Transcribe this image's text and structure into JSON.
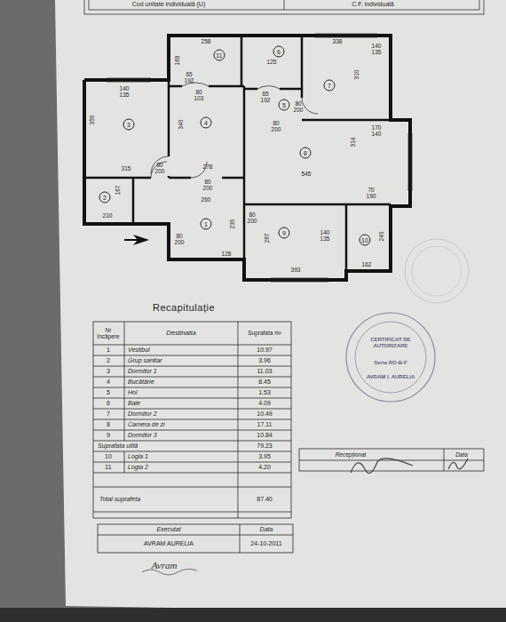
{
  "diagram": {
    "title": "Recapitulație",
    "labels": [
      "Cod unitate individuală (U)",
      "C.F. individuală",
      "1",
      "2",
      "3",
      "4",
      "5",
      "6",
      "7",
      "8",
      "9",
      "10",
      "11",
      "258",
      "169",
      "65",
      "192",
      "125",
      "65",
      "192",
      "338",
      "310",
      "140",
      "135",
      "80",
      "200",
      "80",
      "200",
      "140",
      "135",
      "350",
      "315",
      "80",
      "103",
      "340",
      "278",
      "80",
      "200",
      "80",
      "200",
      "314",
      "545",
      "170",
      "140",
      "70",
      "190",
      "167",
      "210",
      "260",
      "230",
      "80",
      "200",
      "80",
      "200",
      "128",
      "287",
      "393",
      "140",
      "135",
      "240",
      "162",
      "Nr încăpere",
      "Destinatia",
      "Suprafata m²",
      "1",
      "Vestibul",
      "10.97",
      "2",
      "Grup sanitar",
      "3.96",
      "3",
      "Dormitor 1",
      "11.03",
      "4",
      "Bucătărie",
      "8.45",
      "5",
      "Hol",
      "1.53",
      "6",
      "Baie",
      "4.09",
      "7",
      "Dormitor 2",
      "10.49",
      "8",
      "Camera de zi",
      "17.11",
      "9",
      "Dormitor 3",
      "10.84",
      "Suprafata utilă",
      "79.23",
      "10",
      "Logia 1",
      "3.95",
      "11",
      "Logia 2",
      "4.20",
      "Total suprafeta",
      "87.40",
      "Executat",
      "Data",
      "AVRAM AURELIA",
      "24-10-2011",
      "Avram",
      "Recepționat",
      "Data",
      "CERTIFICAT DE AUTORIZARE",
      "Seria RO-B-F",
      "AVRAM I. AURELIA"
    ]
  }
}
